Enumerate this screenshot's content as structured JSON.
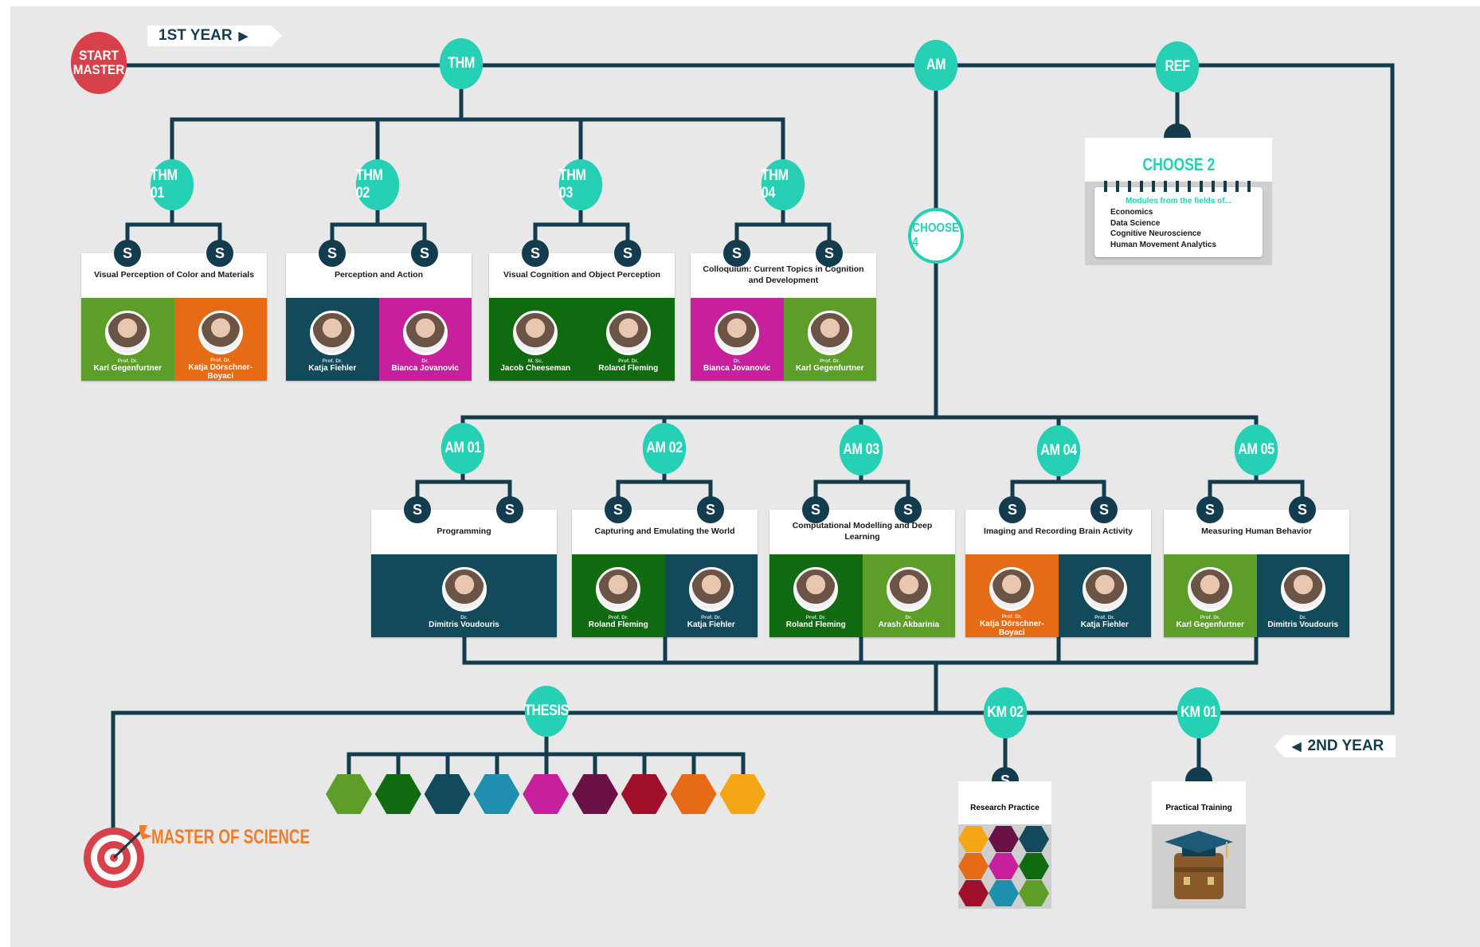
{
  "colors": {
    "background": "#e8e8e8",
    "line": "#133c4e",
    "node": "#26d0b4",
    "start": "#d8404a",
    "goal": "#f07d28",
    "green": "#5c9e27",
    "darkgreen": "#0f6a10",
    "orange": "#e56b17",
    "navy": "#124a5c",
    "magenta": "#c8209c"
  },
  "start": {
    "line1": "START",
    "line2": "MASTER"
  },
  "banners": {
    "year1": "1ST YEAR",
    "year2": "2ND YEAR"
  },
  "nodes": {
    "thm": "THM",
    "am": "AM",
    "ref": "REF",
    "choose4": "CHOOSE 4",
    "thm01": "THM 01",
    "thm02": "THM 02",
    "thm03": "THM 03",
    "thm04": "THM 04",
    "am01": "AM 01",
    "am02": "AM 02",
    "am03": "AM 03",
    "am04": "AM 04",
    "am05": "AM 05",
    "thesis": "THESIS",
    "km02": "KM 02",
    "km01": "KM 01"
  },
  "s_label": "S",
  "ref_card": {
    "title": "CHOOSE 2",
    "subtitle": "Modules from the fields of...",
    "items": [
      "Economics",
      "Data Science",
      "Cognitive Neuroscience",
      "Human Movement Analytics"
    ]
  },
  "modules": [
    {
      "title": "Visual Perception of Color and Materials",
      "people": [
        {
          "title": "Prof. Dr.",
          "name": "Karl Gegenfurtner",
          "color": "#5c9e27"
        },
        {
          "title": "Prof. Dr.",
          "name": "Katja Dörschner-Boyaci",
          "color": "#e56b17"
        }
      ]
    },
    {
      "title": "Perception and Action",
      "people": [
        {
          "title": "Prof. Dr.",
          "name": "Katja Fiehler",
          "color": "#124a5c"
        },
        {
          "title": "Dr.",
          "name": "Bianca Jovanovic",
          "color": "#c8209c"
        }
      ]
    },
    {
      "title": "Visual Cognition and Object Perception",
      "people": [
        {
          "title": "M. Sc.",
          "name": "Jacob Cheeseman",
          "color": "#0f6a10"
        },
        {
          "title": "Prof. Dr.",
          "name": "Roland Fleming",
          "color": "#0f6a10"
        }
      ]
    },
    {
      "title": "Colloquium: Current Topics in Cognition and Development",
      "people": [
        {
          "title": "Dr.",
          "name": "Bianca Jovanovic",
          "color": "#c8209c"
        },
        {
          "title": "Prof. Dr.",
          "name": "Karl Gegenfurtner",
          "color": "#5c9e27"
        }
      ]
    },
    {
      "title": "Programming",
      "people": [
        {
          "title": "Dr.",
          "name": "Dimitris Voudouris",
          "color": "#124a5c"
        }
      ]
    },
    {
      "title": "Capturing and Emulating the World",
      "people": [
        {
          "title": "Prof. Dr.",
          "name": "Roland Fleming",
          "color": "#0f6a10"
        },
        {
          "title": "Prof. Dr.",
          "name": "Katja Fiehler",
          "color": "#124a5c"
        }
      ]
    },
    {
      "title": "Computational Modelling and Deep Learning",
      "people": [
        {
          "title": "Prof. Dr.",
          "name": "Roland Fleming",
          "color": "#0f6a10"
        },
        {
          "title": "Dr.",
          "name": "Arash Akbarinia",
          "color": "#5c9e27"
        }
      ]
    },
    {
      "title": "Imaging and Recording Brain Activity",
      "people": [
        {
          "title": "Prof. Dr.",
          "name": "Katja Dörschner-Boyaci",
          "color": "#e56b17"
        },
        {
          "title": "Prof. Dr.",
          "name": "Katja Fiehler",
          "color": "#124a5c"
        }
      ]
    },
    {
      "title": "Measuring Human Behavior",
      "people": [
        {
          "title": "Prof. Dr.",
          "name": "Karl Gegenfurtner",
          "color": "#5c9e27"
        },
        {
          "title": "Dr.",
          "name": "Dimitris Voudouris",
          "color": "#124a5c"
        }
      ]
    }
  ],
  "km02_card": {
    "title": "Research Practice"
  },
  "km01_card": {
    "title": "Practical Training"
  },
  "goal": {
    "label": "MASTER OF SCIENCE"
  },
  "thesis_hexes": [
    "#5c9e27",
    "#0f6a10",
    "#124a5c",
    "#1f8fb0",
    "#c8209c",
    "#6a1248",
    "#a0102a",
    "#e56b17",
    "#f5a614"
  ],
  "research_hexes": [
    "#f5a614",
    "#6a1248",
    "#124a5c",
    "#e56b17",
    "#c8209c",
    "#0f6a10",
    "#a0102a",
    "#1f8fb0",
    "#5c9e27"
  ]
}
